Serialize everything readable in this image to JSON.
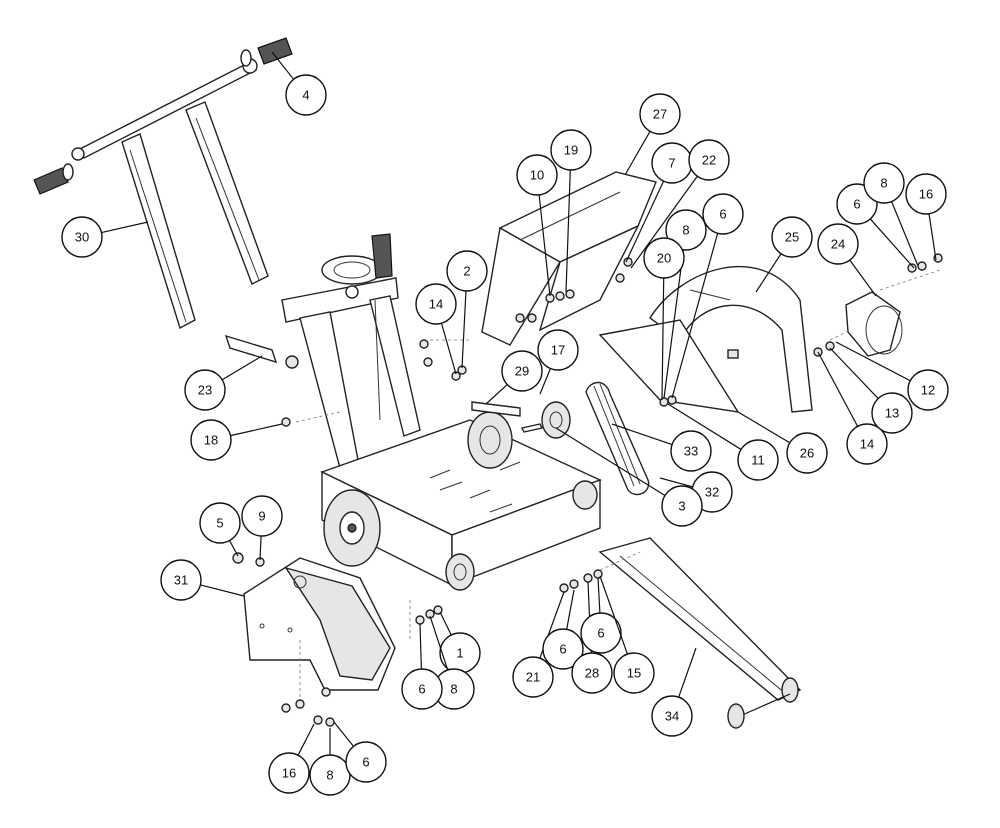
{
  "callouts": [
    {
      "label": "4"
    },
    {
      "label": "30"
    },
    {
      "label": "27"
    },
    {
      "label": "19"
    },
    {
      "label": "10"
    },
    {
      "label": "7"
    },
    {
      "label": "22"
    },
    {
      "label": "8"
    },
    {
      "label": "16"
    },
    {
      "label": "6"
    },
    {
      "label": "24"
    },
    {
      "label": "25"
    },
    {
      "label": "20"
    },
    {
      "label": "8"
    },
    {
      "label": "6"
    },
    {
      "label": "2"
    },
    {
      "label": "14"
    },
    {
      "label": "17"
    },
    {
      "label": "29"
    },
    {
      "label": "23"
    },
    {
      "label": "18"
    },
    {
      "label": "12"
    },
    {
      "label": "13"
    },
    {
      "label": "14"
    },
    {
      "label": "26"
    },
    {
      "label": "11"
    },
    {
      "label": "33"
    },
    {
      "label": "32"
    },
    {
      "label": "3"
    },
    {
      "label": "5"
    },
    {
      "label": "9"
    },
    {
      "label": "31"
    },
    {
      "label": "1"
    },
    {
      "label": "8"
    },
    {
      "label": "6"
    },
    {
      "label": "21"
    },
    {
      "label": "6"
    },
    {
      "label": "28"
    },
    {
      "label": "6"
    },
    {
      "label": "15"
    },
    {
      "label": "34"
    },
    {
      "label": "16"
    },
    {
      "label": "8"
    },
    {
      "label": "6"
    }
  ]
}
